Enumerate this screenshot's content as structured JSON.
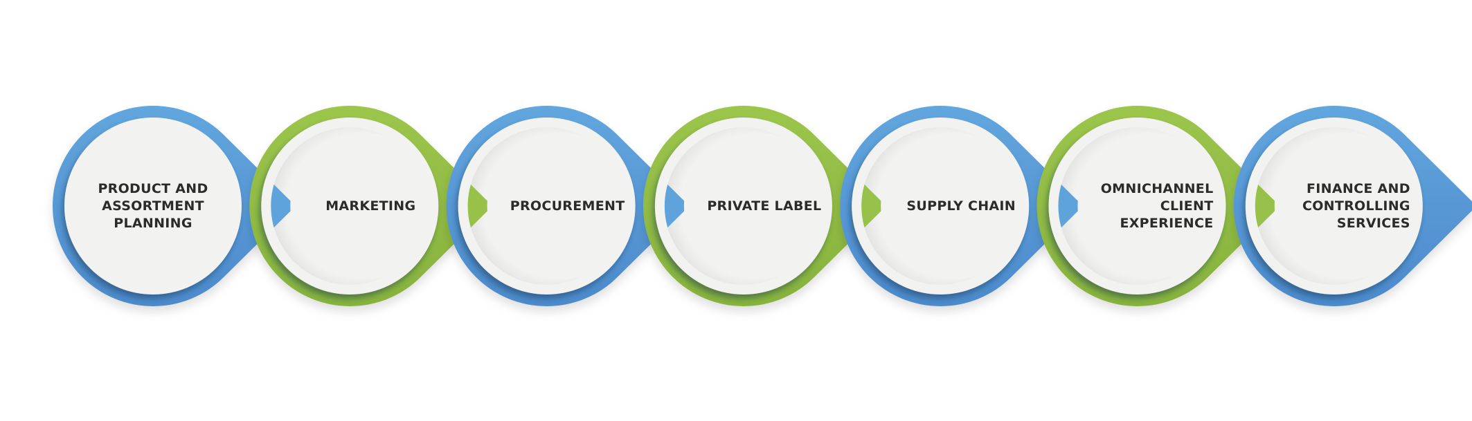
{
  "diagram": {
    "type": "process-chain",
    "colors": {
      "blue": "#5b9fd8",
      "blue_dark": "#3f78b8",
      "green": "#95bf47",
      "green_dark": "#6f9a2e",
      "inner_fill": "#f2f3f1",
      "text": "#2b2b2b",
      "background": "#ffffff"
    },
    "steps": [
      {
        "id": 1,
        "label_lines": [
          "PRODUCT AND",
          "ASSORTMENT",
          "PLANNING"
        ],
        "color": "blue",
        "align": "center"
      },
      {
        "id": 2,
        "label_lines": [
          "MARKETING"
        ],
        "color": "green",
        "align": "center"
      },
      {
        "id": 3,
        "label_lines": [
          "PROCUREMENT"
        ],
        "color": "blue",
        "align": "center"
      },
      {
        "id": 4,
        "label_lines": [
          "PRIVATE LABEL"
        ],
        "color": "green",
        "align": "center"
      },
      {
        "id": 5,
        "label_lines": [
          "SUPPLY CHAIN"
        ],
        "color": "blue",
        "align": "center"
      },
      {
        "id": 6,
        "label_lines": [
          "OMNICHANNEL",
          "CLIENT",
          "EXPERIENCE"
        ],
        "color": "green",
        "align": "right"
      },
      {
        "id": 7,
        "label_lines": [
          "FINANCE AND",
          "CONTROLLING",
          "SERVICES"
        ],
        "color": "blue",
        "align": "right"
      }
    ]
  }
}
